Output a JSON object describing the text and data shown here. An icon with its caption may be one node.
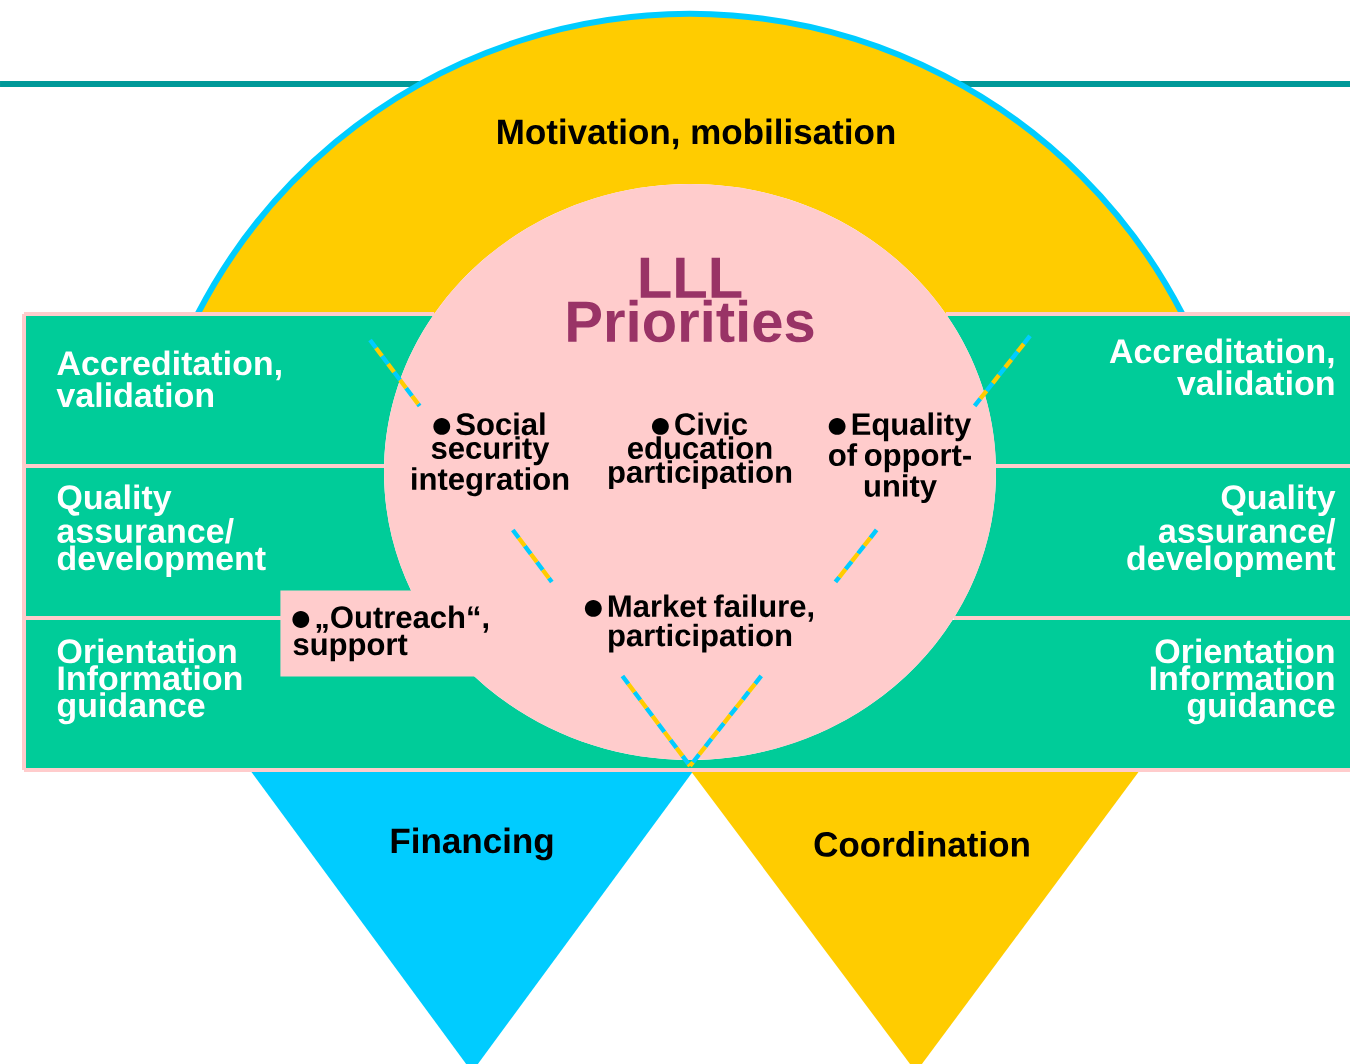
{
  "diagram": {
    "nodes": [
      {
        "text": [
          "Motivation, mobilisation"
        ]
      },
      {
        "text": [
          "Accreditation, validation"
        ]
      },
      {
        "text": [
          "Quality assurance/ development"
        ]
      },
      {
        "text": [
          "Orientation Information guidance"
        ]
      },
      {
        "text": [
          "LLL Priorities",
          "Social security integration",
          "Civic education participation",
          "Equality of opport- unity",
          "Market failure, participation"
        ]
      },
      {
        "text": [
          "Accreditation, validation"
        ]
      },
      {
        "text": [
          "Quality assurance/ development"
        ]
      },
      {
        "text": [
          "Orientation Information guidance"
        ]
      },
      {
        "text": [
          "„Outreach“, support"
        ]
      },
      {
        "text": [
          "Financing"
        ]
      },
      {
        "text": [
          "Coordination"
        ]
      }
    ]
  }
}
